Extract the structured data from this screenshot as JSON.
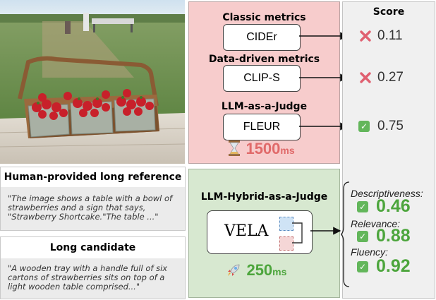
{
  "reference": {
    "title": "Human-provided long reference",
    "text": "\"The image shows a table with a bowl of strawberries and a sign that says, \"Strawberry Shortcake.\"The table ...\""
  },
  "candidate": {
    "title": "Long candidate",
    "text": "\"A wooden tray with a handle full of six cartons of strawberries sits on top of a light wooden table comprised...\""
  },
  "baselines": {
    "classic_title": "Classic metrics",
    "classic_metric": "CIDEr",
    "datadriven_title": "Data-driven metrics",
    "datadriven_metric": "CLIP-S",
    "llm_title": "LLM-as-a-Judge",
    "llm_metric": "FLEUR",
    "time_value": "1500",
    "time_unit": "ms"
  },
  "hybrid": {
    "title": "LLM-Hybrid-as-a-Judge",
    "model": "VELA",
    "time_value": "250",
    "time_unit": "ms"
  },
  "score": {
    "title": "Score",
    "cider": "0.11",
    "clips": "0.27",
    "fleur": "0.75",
    "descriptiveness_label": "Descriptiveness:",
    "descriptiveness": "0.46",
    "relevance_label": "Relevance:",
    "relevance": "0.88",
    "fluency_label": "Fluency:",
    "fluency": "0.92"
  },
  "colors": {
    "bad": "#e06070",
    "good": "#4ca53c",
    "time_red": "#e06a6a",
    "time_green": "#4ca53c"
  },
  "icons": [
    "cross-icon",
    "check-icon",
    "hourglass-icon",
    "rocket-icon"
  ]
}
